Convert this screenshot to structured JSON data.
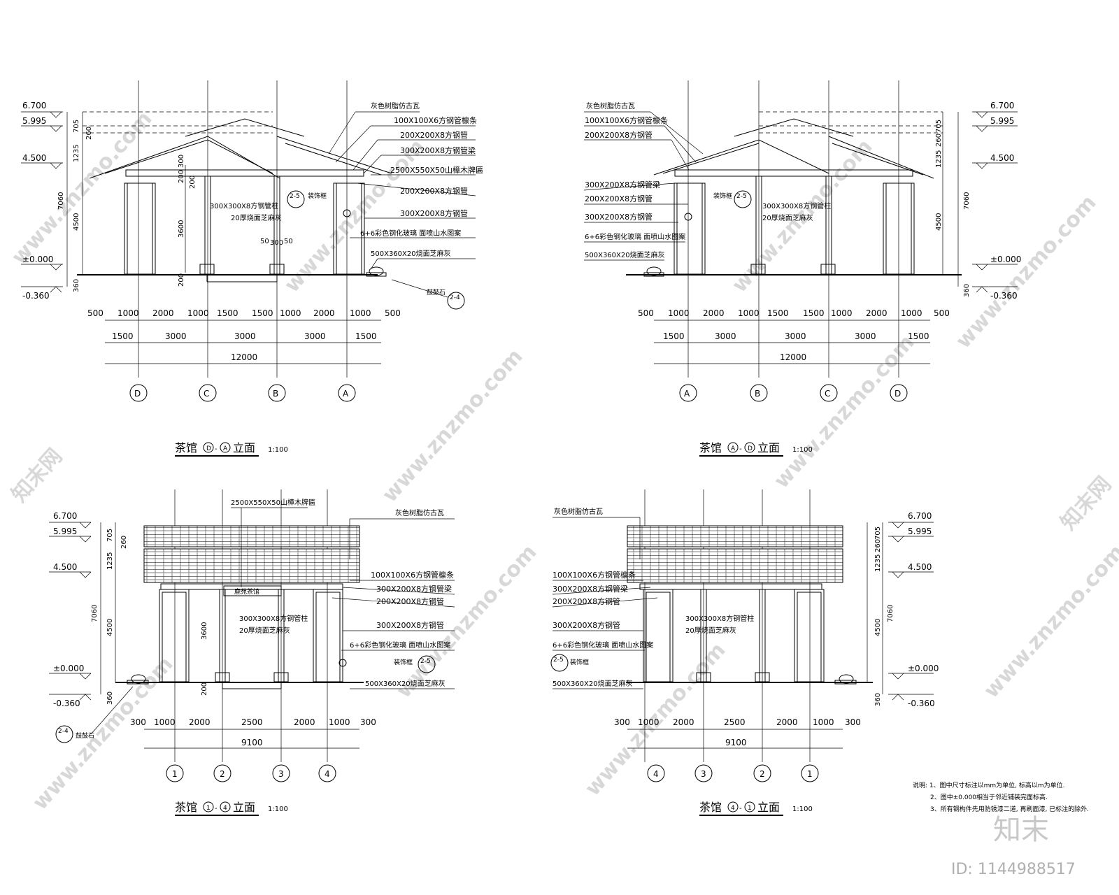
{
  "watermark": {
    "site": "www.znzmo.com",
    "brand": "知末网",
    "logo": "知末",
    "id_label": "ID: 1144988517"
  },
  "elevation_DA": {
    "title": "茶馆",
    "title_axes": [
      "D",
      "A"
    ],
    "title_suffix": "立面",
    "scale": "1:100",
    "levels": [
      "6.700",
      "5.995",
      "4.500",
      "±0.000",
      "-0.360"
    ],
    "vertical_dims": [
      "705",
      "260",
      "1235",
      "7060",
      "4500",
      "360"
    ],
    "inner_dims": [
      "300",
      "200",
      "200",
      "3600",
      "200",
      "300",
      "50",
      "50"
    ],
    "bottom_dims_row1": [
      "500",
      "1000",
      "2000",
      "1000",
      "1500",
      "1500",
      "1000",
      "2000",
      "1000",
      "500"
    ],
    "bottom_dims_row2": [
      "1500",
      "3000",
      "3000",
      "3000",
      "1500"
    ],
    "bottom_total": "12000",
    "axes": [
      "D",
      "C",
      "B",
      "A"
    ],
    "notes": [
      "灰色树脂仿古瓦",
      "100X100X6方钢管檩条",
      "200X200X8方钢管",
      "300X200X8方钢管梁",
      "2500X550X50山樟木牌匾",
      "200X200X8方钢管",
      "300X200X8方钢管",
      "6+6彩色钢化玻璃  面喷山水图案",
      "500X360X20烧面芝麻灰",
      "300X300X8方钢管柱",
      "20厚烧面芝麻灰",
      "装饰框",
      "鼓鼓石"
    ],
    "callouts": [
      "2-5",
      "2-4"
    ]
  },
  "elevation_AD": {
    "title": "茶馆",
    "title_axes": [
      "A",
      "D"
    ],
    "title_suffix": "立面",
    "scale": "1:100",
    "levels": [
      "6.700",
      "5.995",
      "4.500",
      "±0.000",
      "-0.360"
    ],
    "vertical_dims": [
      "1235",
      "260",
      "705",
      "7060",
      "4500",
      "360"
    ],
    "bottom_dims_row1": [
      "500",
      "1000",
      "2000",
      "1000",
      "1500",
      "1500",
      "1000",
      "2000",
      "1000",
      "500"
    ],
    "bottom_dims_row2": [
      "1500",
      "3000",
      "3000",
      "3000",
      "1500"
    ],
    "bottom_total": "12000",
    "axes": [
      "A",
      "B",
      "C",
      "D"
    ],
    "notes": [
      "灰色树脂仿古瓦",
      "100X100X6方钢管檩条",
      "200X200X8方钢管",
      "300X200X8方钢管梁",
      "200X200X8方钢管",
      "300X200X8方钢管",
      "6+6彩色钢化玻璃  面喷山水图案",
      "500X360X20烧面芝麻灰",
      "装饰框",
      "300X300X8方钢管柱",
      "20厚烧面芝麻灰"
    ]
  },
  "elevation_14": {
    "title": "茶馆",
    "title_axes": [
      "1",
      "4"
    ],
    "title_suffix": "立面",
    "scale": "1:100",
    "plaque": "鹿苑茶馆",
    "levels": [
      "6.700",
      "5.995",
      "4.500",
      "±0.000",
      "-0.360"
    ],
    "vertical_dims": [
      "705",
      "260",
      "1235",
      "7060",
      "4500",
      "360",
      "3600",
      "200"
    ],
    "bottom_dims_row1": [
      "300",
      "1000",
      "2000",
      "2500",
      "2000",
      "1000",
      "300"
    ],
    "bottom_total": "9100",
    "axes": [
      "1",
      "2",
      "3",
      "4"
    ],
    "notes": [
      "2500X550X50山樟木牌匾",
      "灰色树脂仿古瓦",
      "100X100X6方钢管檩条",
      "300X200X8方钢管梁",
      "200X200X8方钢管",
      "300X300X8方钢管柱",
      "20厚烧面芝麻灰",
      "300X200X8方钢管",
      "6+6彩色钢化玻璃  面喷山水图案",
      "装饰框",
      "500X360X20烧面芝麻灰",
      "鼓鼓石"
    ]
  },
  "elevation_41": {
    "title": "茶馆",
    "title_axes": [
      "4",
      "1"
    ],
    "title_suffix": "立面",
    "scale": "1:100",
    "levels": [
      "6.700",
      "5.995",
      "4.500",
      "±0.000",
      "-0.360"
    ],
    "vertical_dims": [
      "1235",
      "260",
      "705",
      "7060",
      "4500",
      "360"
    ],
    "bottom_dims_row1": [
      "300",
      "1000",
      "2000",
      "2500",
      "2000",
      "1000",
      "300"
    ],
    "bottom_total": "9100",
    "axes": [
      "4",
      "3",
      "2",
      "1"
    ],
    "notes": [
      "灰色树脂仿古瓦",
      "100X100X6方钢管檩条",
      "300X200X8方钢管梁",
      "200X200X8方钢管",
      "300X200X8方钢管",
      "6+6彩色钢化玻璃  面喷山水图案",
      "装饰框",
      "500X360X20烧面芝麻灰",
      "300X300X8方钢管柱",
      "20厚烧面芝麻灰"
    ]
  },
  "general_notes": [
    "说明: 1、图中尺寸标注以mm为单位, 标高以m为单位.",
    "2、图中±0.000相当于邻近铺装完面标高.",
    "3、所有钢构件先用防锈漆二道, 再刷面漆, 已标注的除外."
  ]
}
